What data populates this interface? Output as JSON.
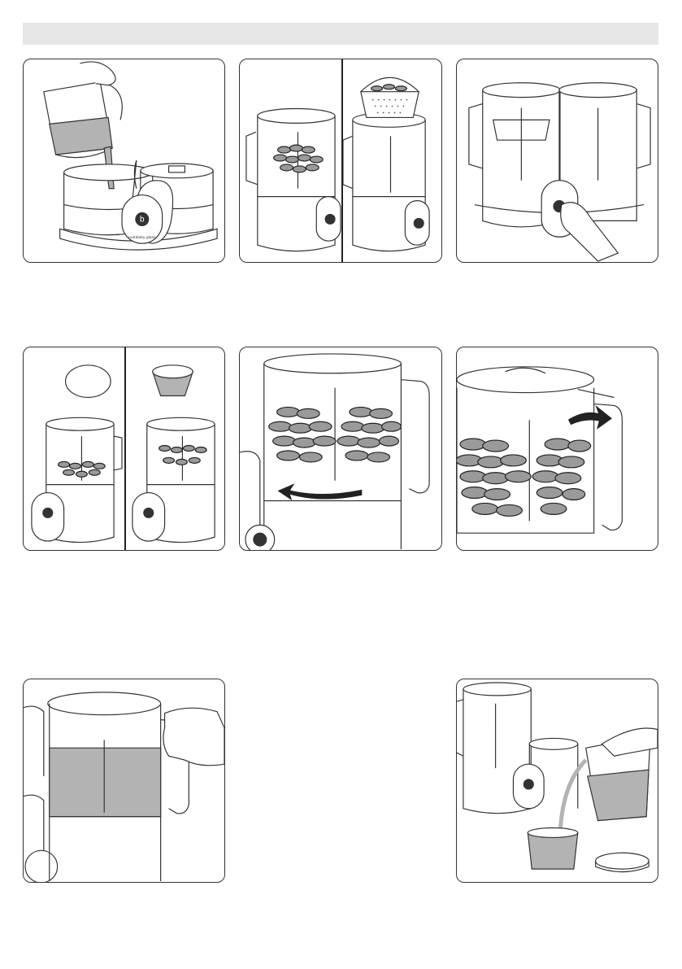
{
  "page": {
    "header_bar_color": "#e6e6e6",
    "line_color": "#333333",
    "liquid_color": "#b3b3b3",
    "coin_color": "#9a9a9a"
  },
  "brand": {
    "logo_letter": "b",
    "name": "nutribaby glass"
  },
  "steps": [
    {
      "id": 1,
      "action": "pour-water-into-reservoir",
      "icon": "jug-pouring-icon"
    },
    {
      "id": 2,
      "action": "place-food-in-basket-and-insert",
      "icon": "steam-basket-icon"
    },
    {
      "id": 3,
      "action": "press-steam-button",
      "icon": "press-button-icon"
    },
    {
      "id": 4,
      "action": "transfer-food-and-liquid-to-bowl",
      "icon": "transfer-icon"
    },
    {
      "id": 5,
      "action": "rotate-bowl-to-lock",
      "icon": "rotate-arrow-icon"
    },
    {
      "id": 6,
      "action": "rotate-lid-to-lock",
      "icon": "rotate-arrow-icon"
    },
    {
      "id": 7,
      "action": "hold-handle-to-blend",
      "icon": "hand-grip-icon"
    },
    {
      "id": 8,
      "action": "pour-puree-into-container",
      "icon": "pour-container-icon"
    }
  ]
}
